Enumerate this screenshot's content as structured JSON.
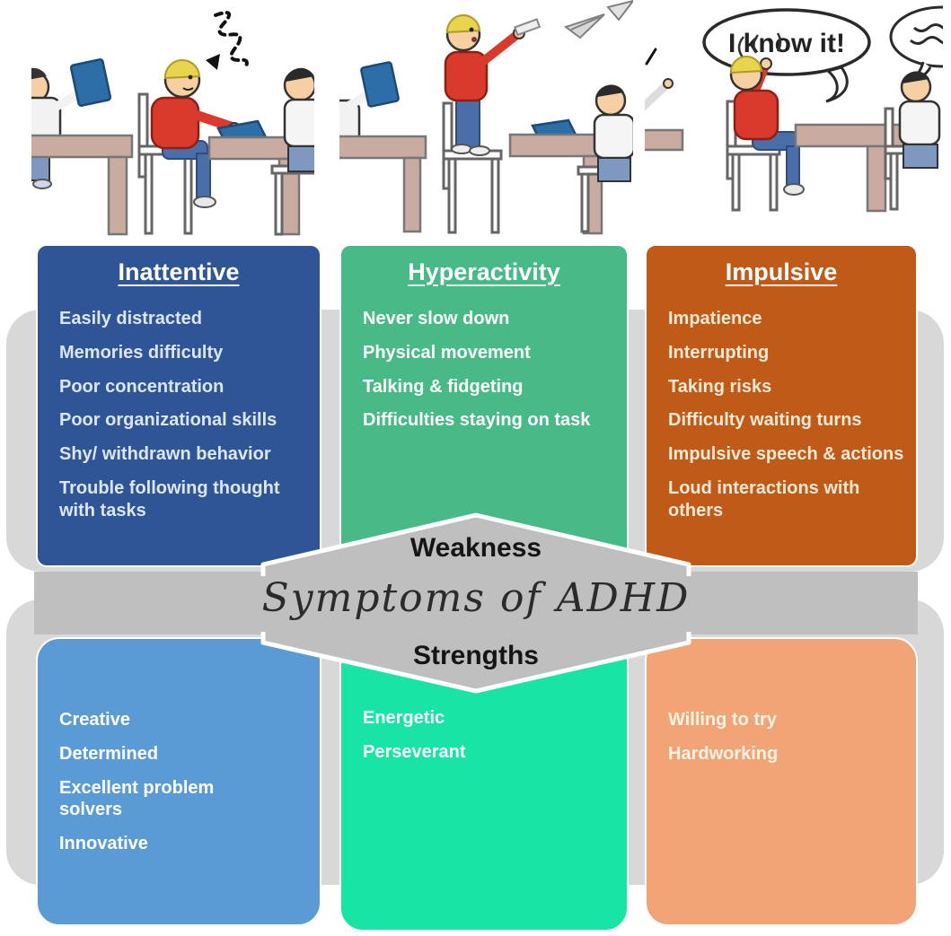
{
  "banner": {
    "weakness_label": "Weakness",
    "title": "Symptoms of ADHD",
    "strengths_label": "Strengths"
  },
  "columns": [
    {
      "id": "inattentive",
      "header": "Inattentive",
      "weaknesses": [
        "Easily distracted",
        "Memories difficulty",
        "Poor concentration",
        "Poor organizational skills",
        "Shy/ withdrawn behavior",
        "Trouble following thought with tasks"
      ],
      "strengths": [
        "Creative",
        "Determined",
        "Excellent problem solvers",
        "Innovative"
      ]
    },
    {
      "id": "hyperactivity",
      "header": "Hyperactivity",
      "weaknesses": [
        "Never slow down",
        "Physical movement",
        "Talking & fidgeting",
        "Difficulties staying on task"
      ],
      "strengths": [
        "Energetic",
        "Perseverant"
      ]
    },
    {
      "id": "impulsive",
      "header": "Impulsive",
      "weaknesses": [
        "Impatience",
        "Interrupting",
        "Taking risks",
        "Difficulty waiting turns",
        "Impulsive speech & actions",
        "Loud interactions with others"
      ],
      "strengths": [
        "Willing to try",
        "Hardworking"
      ]
    }
  ],
  "cartoons": {
    "impulsive": {
      "speech": "I know it!"
    }
  },
  "colors": {
    "inattentive_weakness_bg": "#2f5597",
    "hyperactivity_weakness_bg": "#47ba88",
    "impulsive_weakness_bg": "#c05a18",
    "inattentive_strength_bg": "#5b9bd5",
    "hyperactivity_strength_bg": "#18e4a4",
    "impulsive_strength_bg": "#f1a475",
    "band_bg": "#bfbfbf",
    "panel_bg": "#d8d8d8",
    "red_shirt": "#d93a2b"
  }
}
